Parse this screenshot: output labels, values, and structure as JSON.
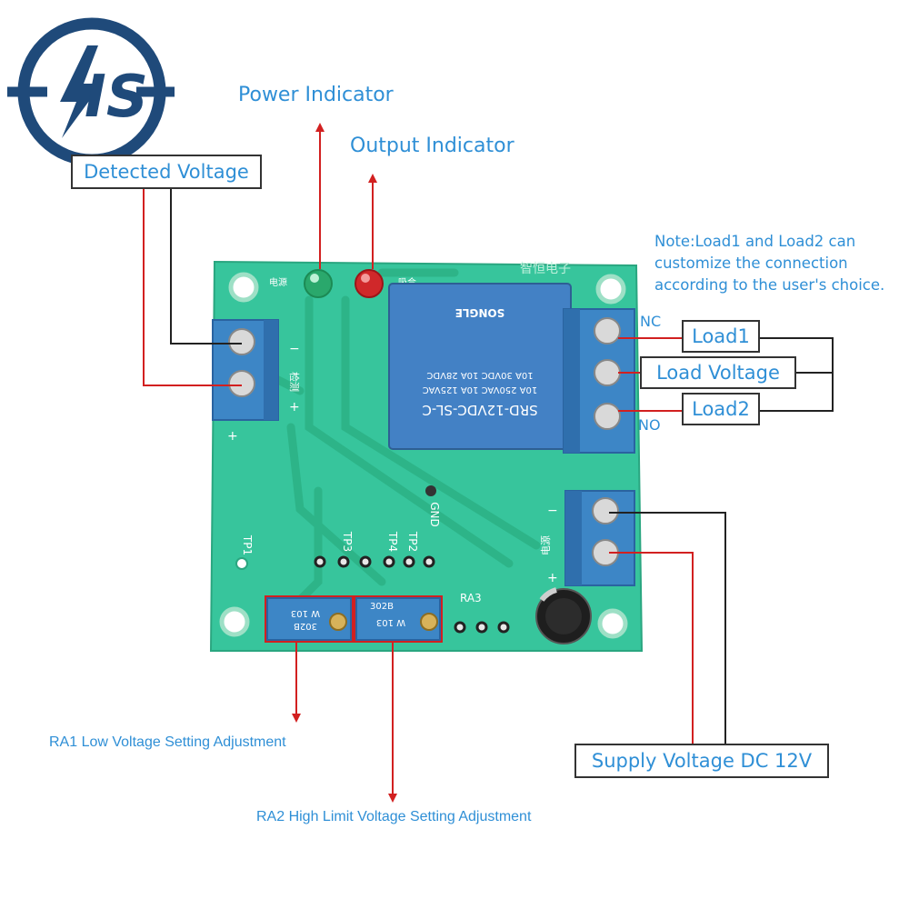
{
  "brand": {
    "logo_text": "IS"
  },
  "labels": {
    "power_indicator": "Power Indicator",
    "output_indicator": "Output Indicator",
    "detected_voltage": "Detected Voltage",
    "note_line1": "Note:Load1 and Load2 can",
    "note_line2": "customize the connection",
    "note_line3": "according to the user's choice.",
    "nc": "NC",
    "no": "NO",
    "load1": "Load1",
    "load_voltage": "Load Voltage",
    "load2": "Load2",
    "supply_voltage": "Supply Voltage DC 12V",
    "ra1": "RA1 Low Voltage Setting Adjustment",
    "ra2": "RA2 High Limit Voltage Setting Adjustment"
  },
  "board": {
    "relay_lines": [
      "SRD-12VDC-SL-C",
      "10A 250VAC  10A 125VAC",
      "10A 30VDC  10A 28VDC"
    ],
    "relay_brand": "SONGLE",
    "silk_top": "智恒电子",
    "silk_power": "电源",
    "silk_relay": "吸合",
    "silk_detect": "检测",
    "silk_supply": "电源",
    "tp1": "TP1",
    "tp2": "TP2",
    "tp3": "TP3",
    "tp4": "TP4",
    "gnd": "GND",
    "ra3": "RA3",
    "pot_text": "302B",
    "pot_text2": "W 103"
  },
  "colors": {
    "accent": "#2f8fd6",
    "pcb": "#34c49a",
    "terminal": "#3d86c6",
    "relay": "#3f7fc4",
    "arrow": "#d22020"
  }
}
